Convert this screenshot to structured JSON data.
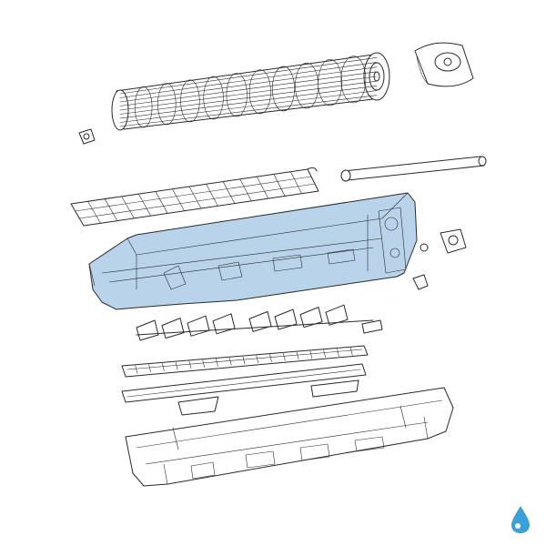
{
  "diagram": {
    "highlight_color": "#b9d4ea",
    "logo_color": "#3aa0d8",
    "parts": [
      {
        "name": "cross-flow-fan"
      },
      {
        "name": "fan-motor"
      },
      {
        "name": "fan-bearing"
      },
      {
        "name": "rear-support-bar"
      },
      {
        "name": "filter-grille"
      },
      {
        "name": "chassis-frame",
        "highlighted": true
      },
      {
        "name": "swing-motor-assembly"
      },
      {
        "name": "vane-blade-set"
      },
      {
        "name": "upper-louver"
      },
      {
        "name": "lower-louver"
      },
      {
        "name": "drain-pan"
      },
      {
        "name": "brand-droplet-logo"
      }
    ]
  }
}
